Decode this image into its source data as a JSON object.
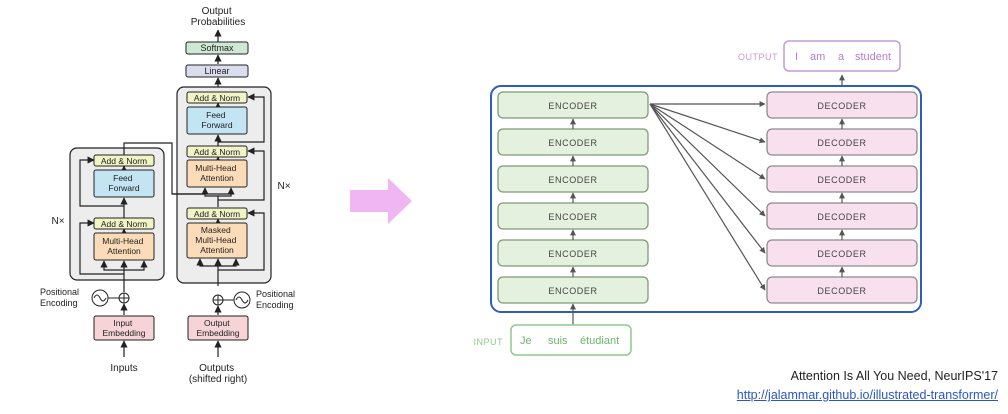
{
  "left_diagram": {
    "output_probabilities": [
      "Output",
      "Probabilities"
    ],
    "softmax": "Softmax",
    "linear": "Linear",
    "add_norm": "Add & Norm",
    "feed_forward": [
      "Feed",
      "Forward"
    ],
    "multi_head_attention": [
      "Multi-Head",
      "Attention"
    ],
    "masked_multi_head_attention": [
      "Masked",
      "Multi-Head",
      "Attention"
    ],
    "input_embedding": [
      "Input",
      "Embedding"
    ],
    "output_embedding": [
      "Output",
      "Embedding"
    ],
    "positional_encoding": [
      "Positional",
      "Encoding"
    ],
    "inputs": "Inputs",
    "outputs": [
      "Outputs",
      "(shifted right)"
    ],
    "encoder_repeat": "N×",
    "decoder_repeat": "N×"
  },
  "right_diagram": {
    "encoders": [
      "ENCODER",
      "ENCODER",
      "ENCODER",
      "ENCODER",
      "ENCODER",
      "ENCODER"
    ],
    "decoders": [
      "DECODER",
      "DECODER",
      "DECODER",
      "DECODER",
      "DECODER",
      "DECODER"
    ],
    "input_label": "INPUT",
    "input_words": [
      "Je",
      "suis",
      "étudiant"
    ],
    "output_label": "OUTPUT",
    "output_words": [
      "I",
      "am",
      "a",
      "student"
    ]
  },
  "citation": {
    "text": "Attention Is All You Need, NeurIPS'17",
    "link": "http://jalammar.github.io/illustrated-transformer/"
  },
  "colors": {
    "softmax": "#cfe8d1",
    "linear": "#dcdcef",
    "add_norm": "#f1f4c4",
    "feed_forward": "#c3e4f3",
    "attention": "#fcdcb8",
    "embedding": "#f5d3d6",
    "stack_bg": "#ededed",
    "arrow_pink": "#f0b6f4",
    "encoder_fill": "#e4f1df",
    "encoder_stroke": "#7e9a78",
    "decoder_fill": "#f9e0ef",
    "decoder_stroke": "#8e8a8e",
    "container": "#2e5fb8",
    "input_green": "#8fc98c",
    "output_purple": "#c39cd6"
  }
}
